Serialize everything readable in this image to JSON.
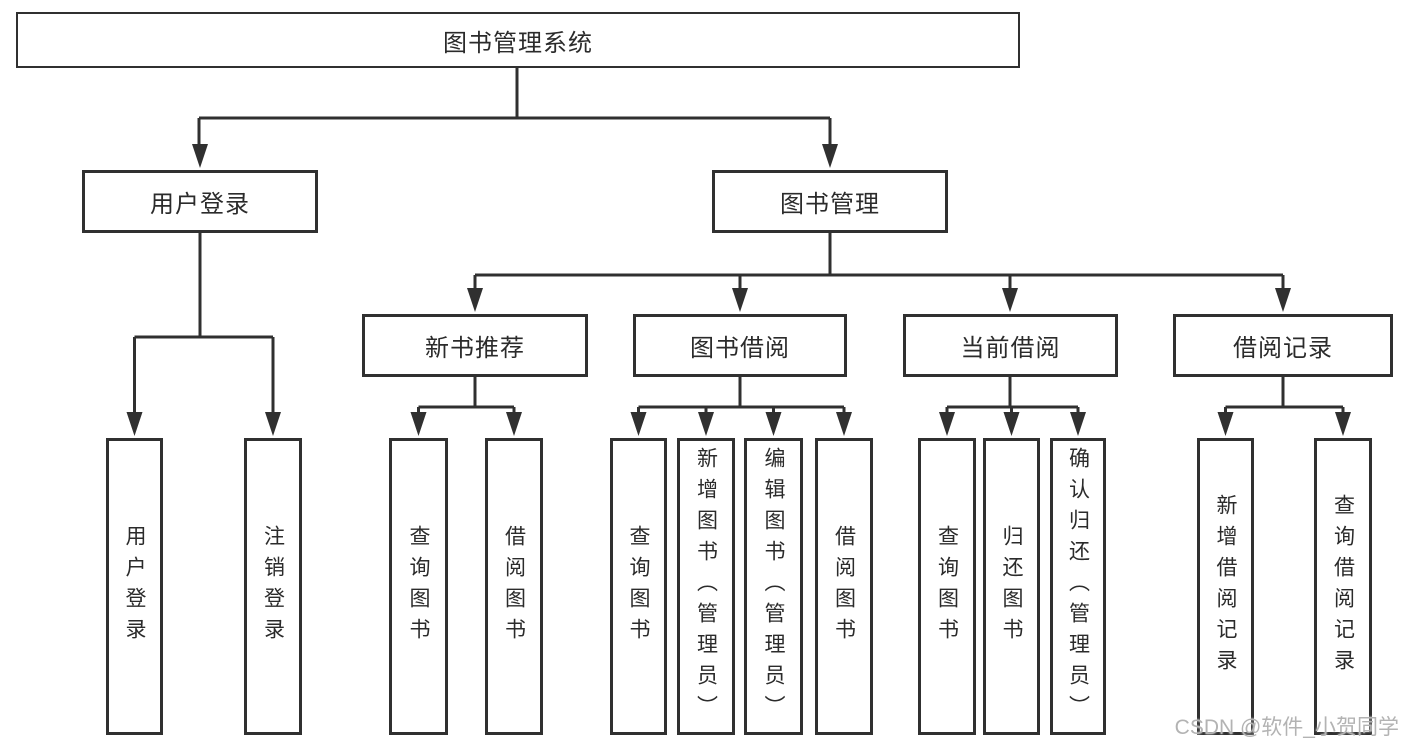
{
  "title": "图书管理系统",
  "nodes": {
    "root": {
      "label": "图书管理系统"
    },
    "user_login": {
      "label": "用户登录"
    },
    "book_mgmt": {
      "label": "图书管理"
    },
    "new_book_rec": {
      "label": "新书推荐"
    },
    "book_borrow": {
      "label": "图书借阅"
    },
    "current_borrow": {
      "label": "当前借阅"
    },
    "borrow_records": {
      "label": "借阅记录"
    },
    "leaf_user_login": {
      "label": "用户登录"
    },
    "leaf_logout": {
      "label": "注销登录"
    },
    "leaf_query_book_rec": {
      "label": "查询图书"
    },
    "leaf_borrow_book_rec": {
      "label": "借阅图书"
    },
    "leaf_query_book_borrow": {
      "label": "查询图书"
    },
    "leaf_add_book_admin": {
      "label": "新增图书（管理员）"
    },
    "leaf_edit_book_admin": {
      "label": "编辑图书（管理员）"
    },
    "leaf_borrow_book_borrow": {
      "label": "借阅图书"
    },
    "leaf_query_book_current": {
      "label": "查询图书"
    },
    "leaf_return_book": {
      "label": "归还图书"
    },
    "leaf_confirm_return_admin": {
      "label": "确认归还（管理员）"
    },
    "leaf_add_borrow_record": {
      "label": "新增借阅记录"
    },
    "leaf_query_borrow_record": {
      "label": "查询借阅记录"
    }
  },
  "structure": {
    "图书管理系统": [
      "用户登录",
      "图书管理"
    ],
    "用户登录": [
      "用户登录",
      "注销登录"
    ],
    "图书管理": [
      "新书推荐",
      "图书借阅",
      "当前借阅",
      "借阅记录"
    ],
    "新书推荐": [
      "查询图书",
      "借阅图书"
    ],
    "图书借阅": [
      "查询图书",
      "新增图书（管理员）",
      "编辑图书（管理员）",
      "借阅图书"
    ],
    "当前借阅": [
      "查询图书",
      "归还图书",
      "确认归还（管理员）"
    ],
    "借阅记录": [
      "新增借阅记录",
      "查询借阅记录"
    ]
  },
  "watermark": "CSDN @软件_小贺同学",
  "colors": {
    "line": "#303030",
    "box_border": "#303030",
    "box_fill": "#ffffff",
    "text": "#2b2b2b",
    "watermark": "#b3b3b3",
    "background": "#ffffff"
  }
}
